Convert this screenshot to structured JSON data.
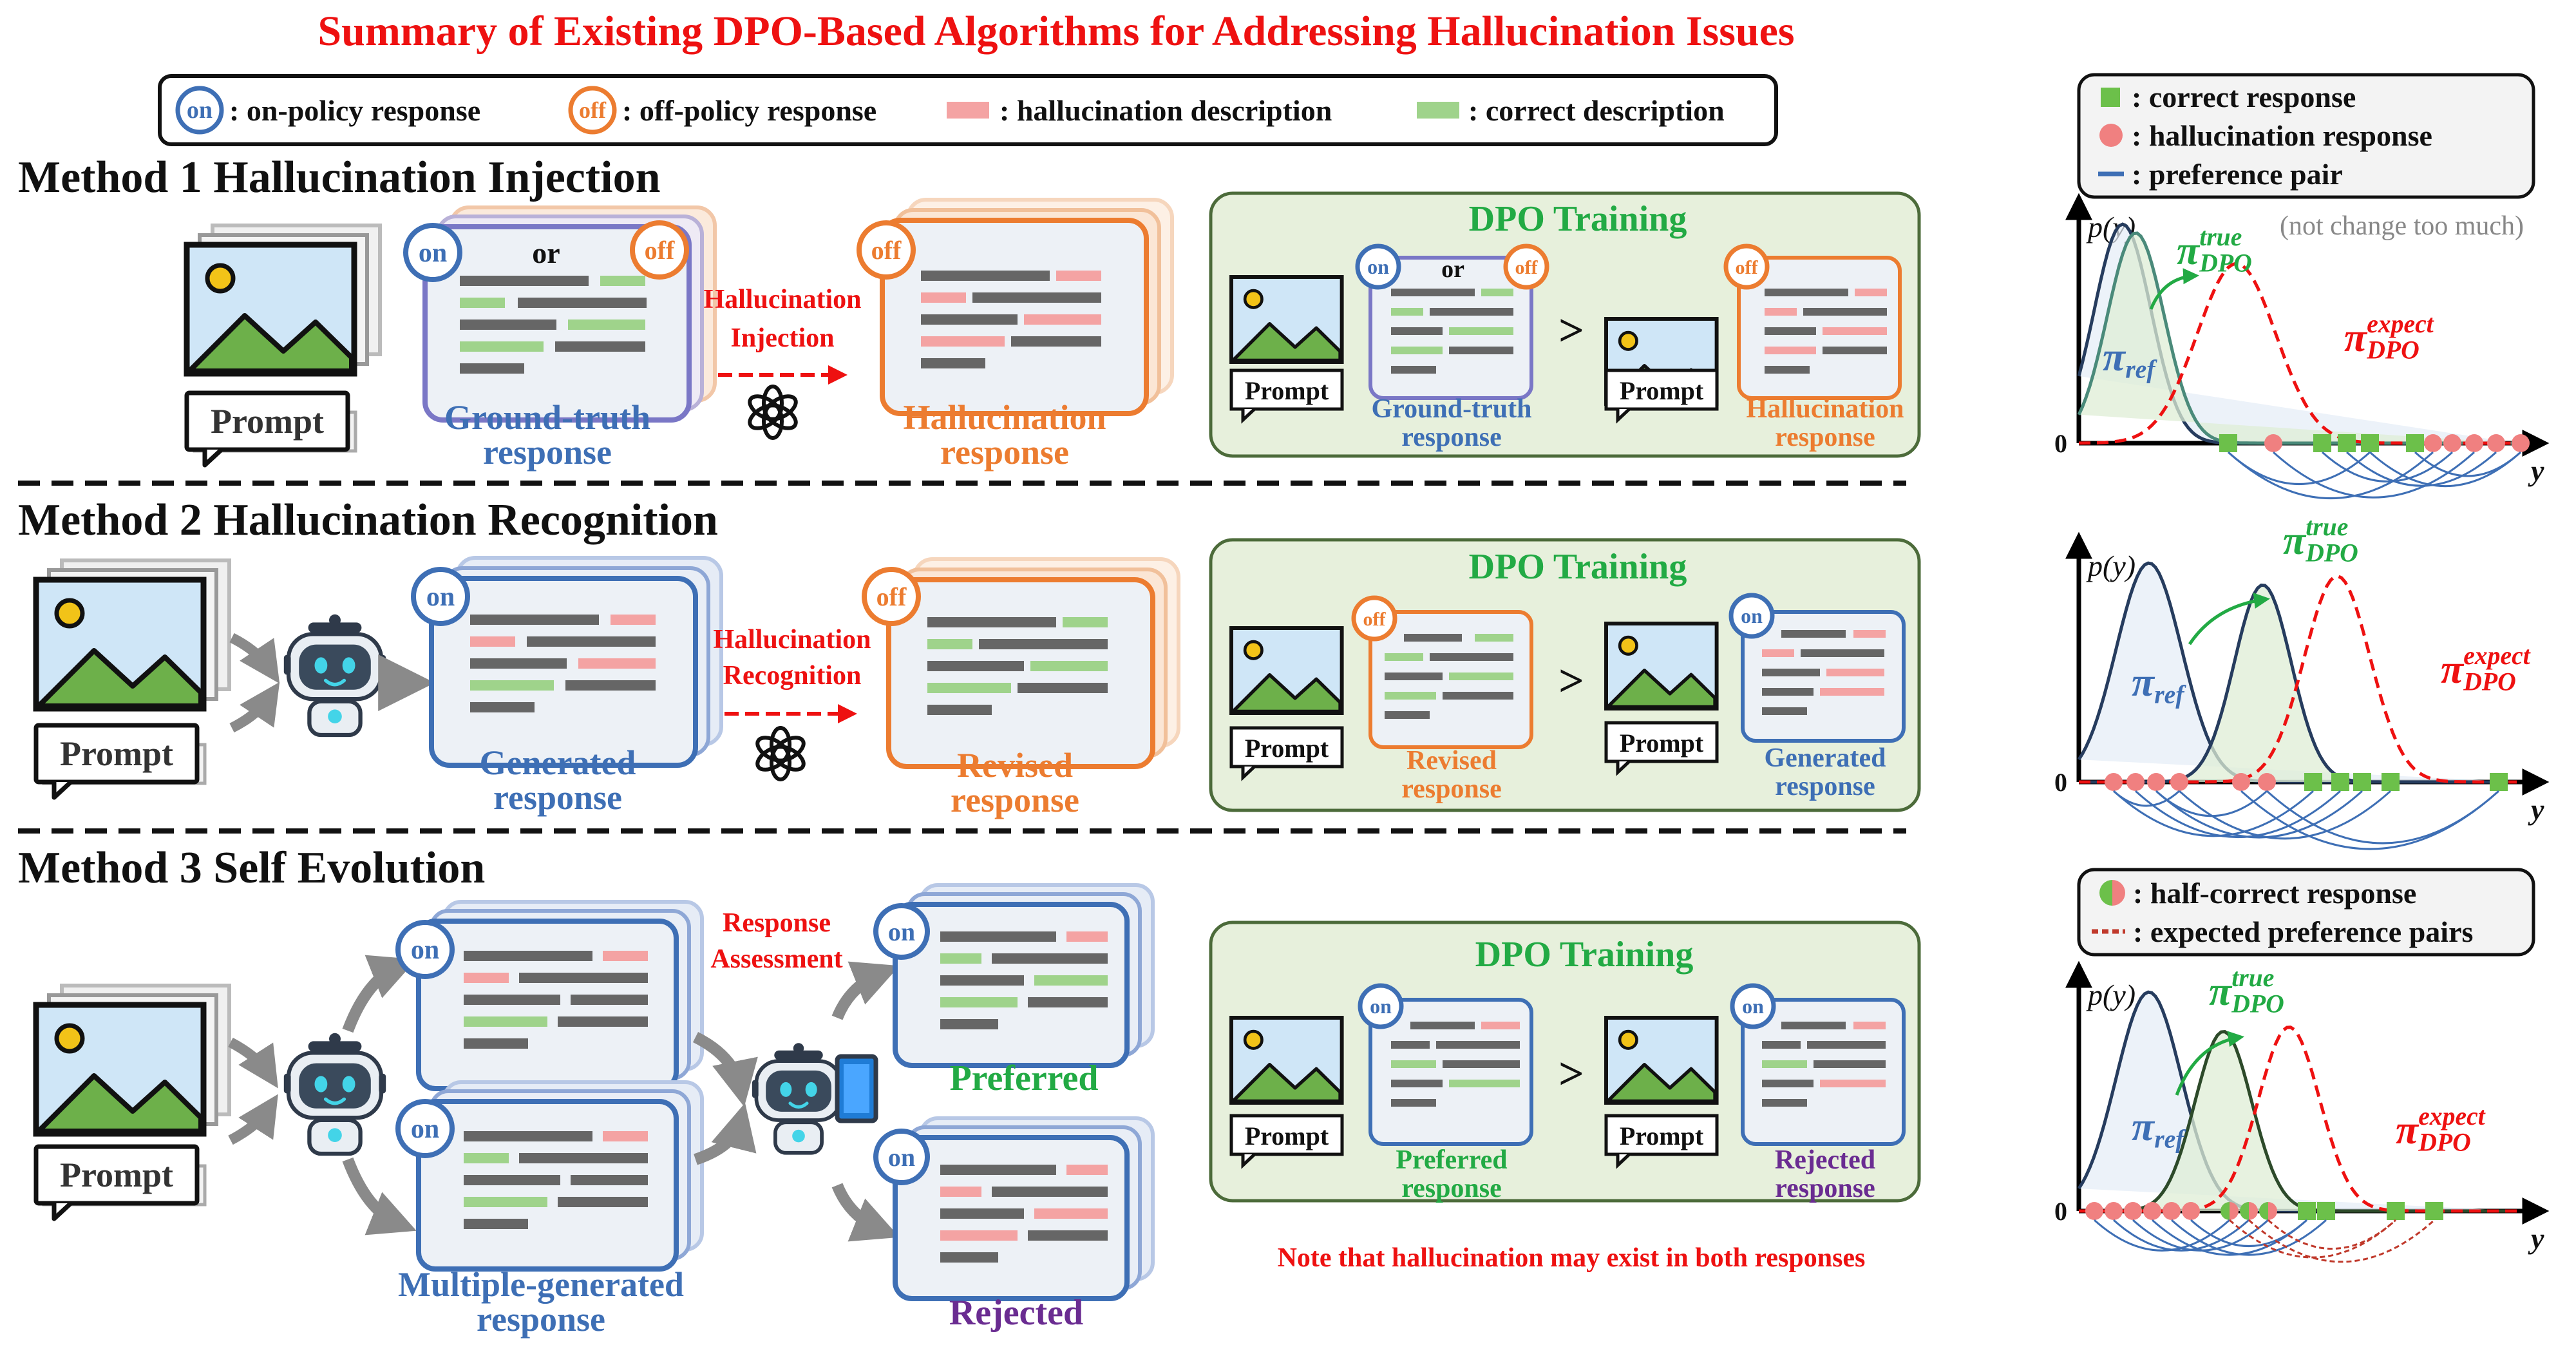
{
  "title": "Summary of Existing DPO-Based Algorithms for Addressing Hallucination Issues",
  "legend": {
    "on_badge": "on",
    "on_label": ": on-policy response",
    "off_badge": "off",
    "off_label": ": off-policy response",
    "hall_label": ": hallucination description",
    "correct_label": ": correct description"
  },
  "side_legend1": {
    "correct": ": correct response",
    "hall": ": hallucination response",
    "pair": ": preference pair"
  },
  "side_legend3": {
    "half": ": half-correct response",
    "expected": ": expected preference pairs"
  },
  "common": {
    "prompt": "Prompt",
    "on": "on",
    "off": "off",
    "or": "or",
    "gt": ">",
    "dpo_training": "DPO Training",
    "p_label": "p(y)",
    "y_label": "y",
    "zero": "0",
    "pi_true": "π",
    "sub_true": "true",
    "sub_dpo": "DPO",
    "pi_ref": "π",
    "sub_ref": "ref",
    "pi_expect": "π",
    "sub_expect": "expect"
  },
  "method1": {
    "title": "Method 1 Hallucination Injection",
    "gt_line1": "Ground-truth",
    "gt_line2": "response",
    "arrow_line1": "Hallucination",
    "arrow_line2": "Injection",
    "hall_line1": "Hallucination",
    "hall_line2": "response",
    "not_change": "(not change too much)"
  },
  "method2": {
    "title": "Method 2 Hallucination Recognition",
    "gen_line1": "Generated",
    "gen_line2": "response",
    "arrow_line1": "Hallucination",
    "arrow_line2": "Recognition",
    "rev_line1": "Revised",
    "rev_line2": "response"
  },
  "method3": {
    "title": "Method 3 Self Evolution",
    "multi_line1": "Multiple-generated",
    "multi_line2": "response",
    "assess_line1": "Response",
    "assess_line2": "Assessment",
    "preferred": "Preferred",
    "rejected": "Rejected",
    "pref_line1": "Preferred",
    "pref_line2": "response",
    "rej_line1": "Rejected",
    "rej_line2": "response",
    "note": "Note that hallucination may exist in both responses"
  },
  "colors": {
    "red": "#ee1111",
    "blue": "#3e6fb5",
    "orange": "#ec7c30",
    "green": "#22aa44",
    "purple": "#6a2c91",
    "hall": "#f4a3a3",
    "correct": "#9fd38b",
    "panel": "#e7f0dc"
  },
  "chart_data": [
    {
      "type": "diagram-distribution",
      "panel": "method1",
      "markers": [
        "correct",
        "hall",
        "correct",
        "correct",
        "correct",
        "correct",
        "hall",
        "hall",
        "hall",
        "hall",
        "hall"
      ]
    },
    {
      "type": "diagram-distribution",
      "panel": "method2",
      "markers": [
        "hall",
        "hall",
        "hall",
        "hall",
        "hall",
        "hall",
        "correct",
        "correct",
        "correct",
        "correct",
        "correct"
      ]
    },
    {
      "type": "diagram-distribution",
      "panel": "method3",
      "markers": [
        "hall",
        "hall",
        "hall",
        "hall",
        "hall",
        "hall",
        "half",
        "half",
        "half",
        "correct",
        "correct",
        "correct",
        "correct"
      ]
    }
  ]
}
